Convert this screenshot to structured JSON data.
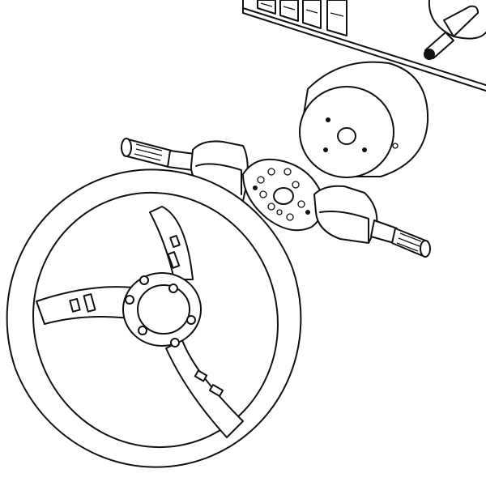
{
  "diagram": {
    "type": "exploded-assembly-line-drawing",
    "parts": [
      "dashboard",
      "hub-adapter",
      "switch-assembly",
      "steering-wheel"
    ]
  },
  "colors": {
    "line": "#111111",
    "background": "#ffffff"
  }
}
